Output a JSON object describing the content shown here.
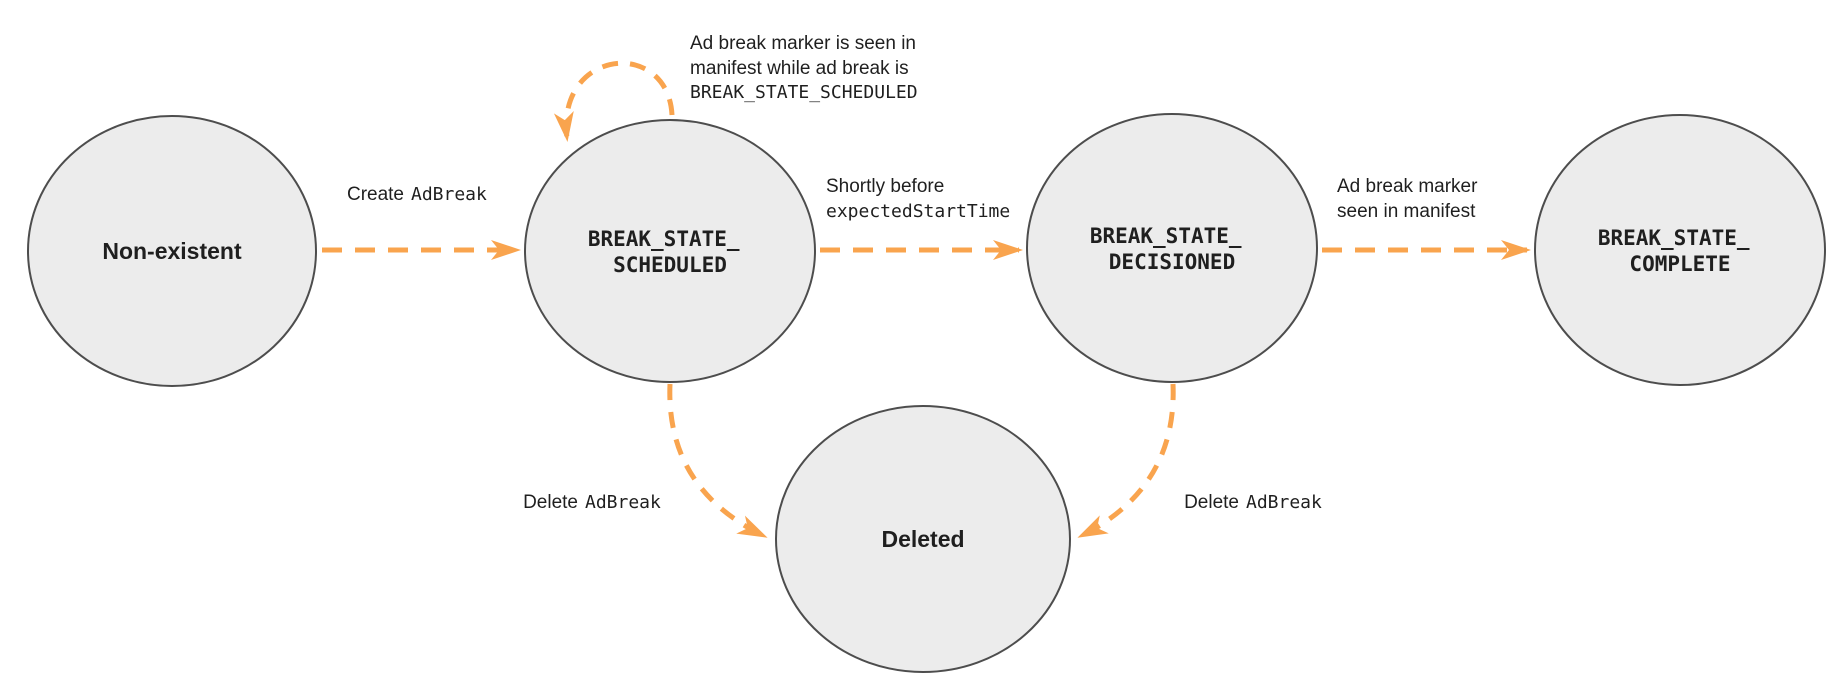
{
  "colors": {
    "arrow": "#F9A44E",
    "node_fill": "#ECECEC",
    "node_border": "#4D4D4D",
    "text": "#1F1F1F"
  },
  "nodes": {
    "non_existent": {
      "label": "Non-existent"
    },
    "scheduled": {
      "line1": "BREAK_STATE_",
      "line2": "SCHEDULED"
    },
    "decisioned": {
      "line1": "BREAK_STATE_",
      "line2": "DECISIONED"
    },
    "complete": {
      "line1": "BREAK_STATE_",
      "line2": "COMPLETE"
    },
    "deleted": {
      "label": "Deleted"
    }
  },
  "edges": {
    "create_adbreak": {
      "plain": "Create",
      "code": "AdBreak"
    },
    "self_loop": {
      "line1": "Ad break marker is seen in",
      "line2": "manifest while ad break is",
      "line3": "BREAK_STATE_SCHEDULED"
    },
    "shortly_before": {
      "line1": "Shortly before",
      "line2_code": "expectedStartTime"
    },
    "marker_seen": {
      "line1": "Ad break marker",
      "line2": "seen in manifest"
    },
    "delete_left": {
      "plain": "Delete",
      "code": "AdBreak"
    },
    "delete_right": {
      "plain": "Delete",
      "code": "AdBreak"
    }
  }
}
